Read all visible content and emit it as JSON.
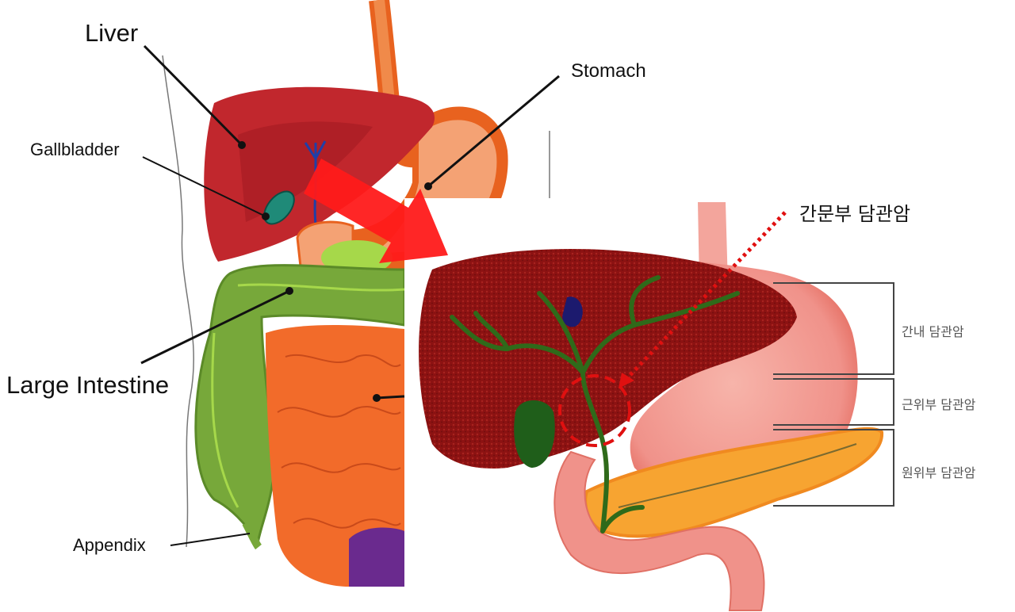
{
  "left_diagram": {
    "labels": {
      "liver": "Liver",
      "gallbladder": "Gallbladder",
      "stomach": "Stomach",
      "large_intestine": "Large Intestine",
      "appendix": "Appendix"
    }
  },
  "right_diagram": {
    "pointer_label": "간문부 담관암",
    "bracket_labels": [
      "간내 담관암",
      "근위부 담관암",
      "원위부 담관암"
    ]
  },
  "colors": {
    "arrow": "#ff1a1a",
    "liver_left": "#c1272d",
    "liver_right": "#8c1212",
    "large_intestine": "#77a83a",
    "small_intestine": "#f26b2a",
    "stomach_right": "#f2968c",
    "pancreas": "#f7a431",
    "bile_duct": "#2f6a1a"
  }
}
